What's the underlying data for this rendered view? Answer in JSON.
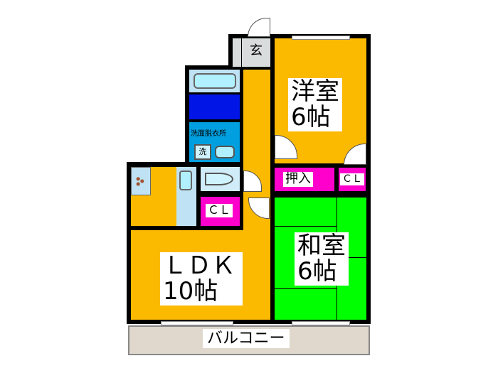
{
  "rooms": {
    "genkan": "玄",
    "western": {
      "name": "洋室",
      "size": "6帖"
    },
    "japanese": {
      "name": "和室",
      "size": "6帖"
    },
    "ldk": {
      "name": "ＬＤＫ",
      "size": "10帖"
    },
    "washroom": "洗面脱衣所",
    "washer": "洗",
    "oshiire": "押入",
    "closet1": "ＣＬ",
    "closet2": "ＣＬ",
    "balcony": "バルコニー"
  },
  "colors": {
    "wall": "#000000",
    "orange": "#fbb900",
    "green": "#00ff00",
    "magenta": "#ff00cc",
    "bath_dark": "#0015e6",
    "wash_cyan": "#00a0e0",
    "light_blue": "#bfe3f5",
    "genkan_gray": "#d8dcdc",
    "balcony": "#e0d8cc"
  }
}
